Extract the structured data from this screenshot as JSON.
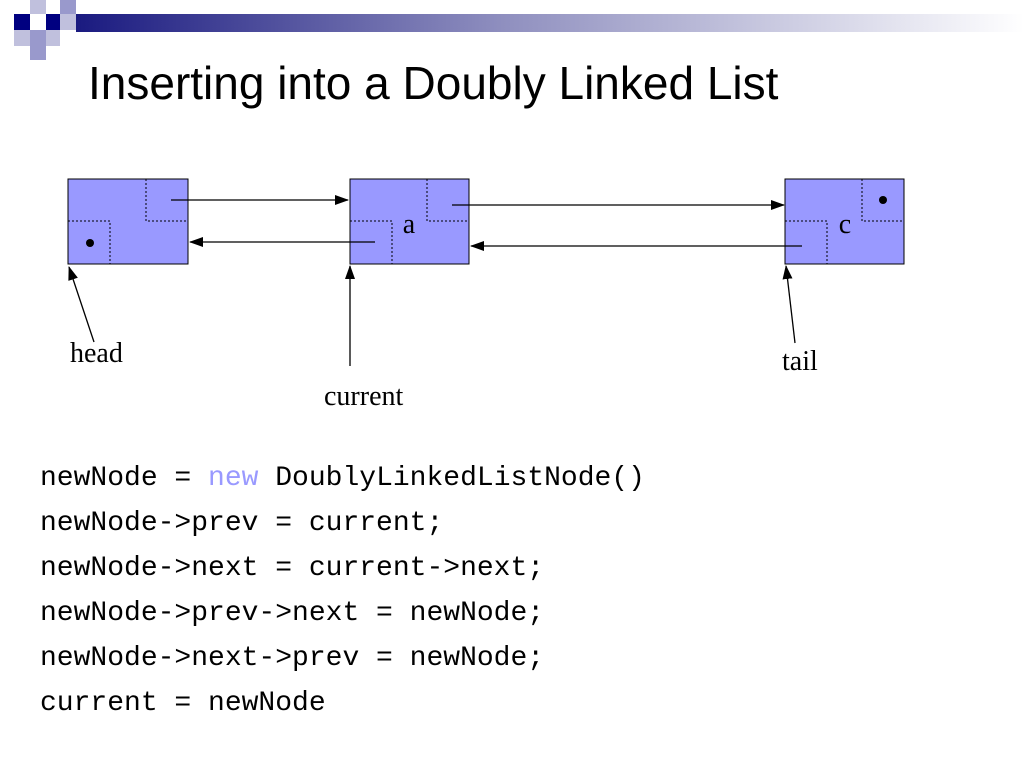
{
  "slide": {
    "title": "Inserting into a Doubly Linked List"
  },
  "diagram": {
    "nodes": [
      {
        "id": "head-node",
        "value": ""
      },
      {
        "id": "node-a",
        "value": "a"
      },
      {
        "id": "node-c",
        "value": "c"
      }
    ],
    "pointers": {
      "head": "head",
      "current": "current",
      "tail": "tail"
    }
  },
  "code": {
    "line1_pre": "newNode = ",
    "line1_kw": "new",
    "line1_post": " DoublyLinkedListNode()",
    "line2": "newNode->prev = current;",
    "line3": "newNode->next = current->next;",
    "line4": "newNode->prev->next = newNode;",
    "line5": "newNode->next->prev = newNode;",
    "line6": "current = newNode"
  },
  "colors": {
    "node_fill": "#9999ff",
    "keyword": "#9999ff",
    "deco_dark": "#000080",
    "deco_light": "#9999cc"
  }
}
